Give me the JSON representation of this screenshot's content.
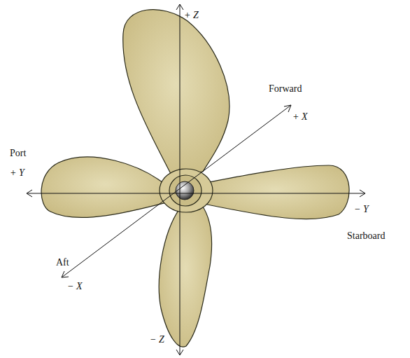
{
  "diagram": {
    "labels": [
      "+ Z",
      "Forward",
      "+ X",
      "Port",
      "+ Y",
      "− Y",
      "Starboard",
      "Aft",
      "− X",
      "− Z"
    ]
  }
}
